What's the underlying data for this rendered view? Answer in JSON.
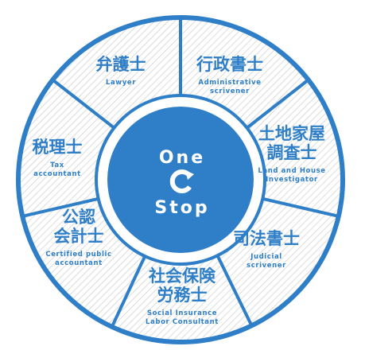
{
  "colors": {
    "primary": "#2f7fc8",
    "hatch": "#c9c9c9",
    "background": "#ffffff"
  },
  "center": {
    "line1": "One",
    "line2": "Stop",
    "icon": "refresh-cycle-icon"
  },
  "segments": [
    {
      "id": "lawyer",
      "jp": [
        "弁護士"
      ],
      "en": [
        "Lawyer"
      ]
    },
    {
      "id": "administrative-scrivener",
      "jp": [
        "行政書士"
      ],
      "en": [
        "Administrative",
        "scrivener"
      ]
    },
    {
      "id": "land-house-investigator",
      "jp": [
        "土地家屋",
        "調査士"
      ],
      "en": [
        "Land and House",
        "Investigator"
      ]
    },
    {
      "id": "judicial-scrivener",
      "jp": [
        "司法書士"
      ],
      "en": [
        "Judicial",
        "scrivener"
      ]
    },
    {
      "id": "social-insurance",
      "jp": [
        "社会保険",
        "労務士"
      ],
      "en": [
        "Social Insurance",
        "Labor Consultant"
      ]
    },
    {
      "id": "certified-public-accountant",
      "jp": [
        "公認",
        "会計士"
      ],
      "en": [
        "Certified public",
        "accountant"
      ]
    },
    {
      "id": "tax-accountant",
      "jp": [
        "税理士"
      ],
      "en": [
        "Tax",
        "accountant"
      ]
    }
  ]
}
